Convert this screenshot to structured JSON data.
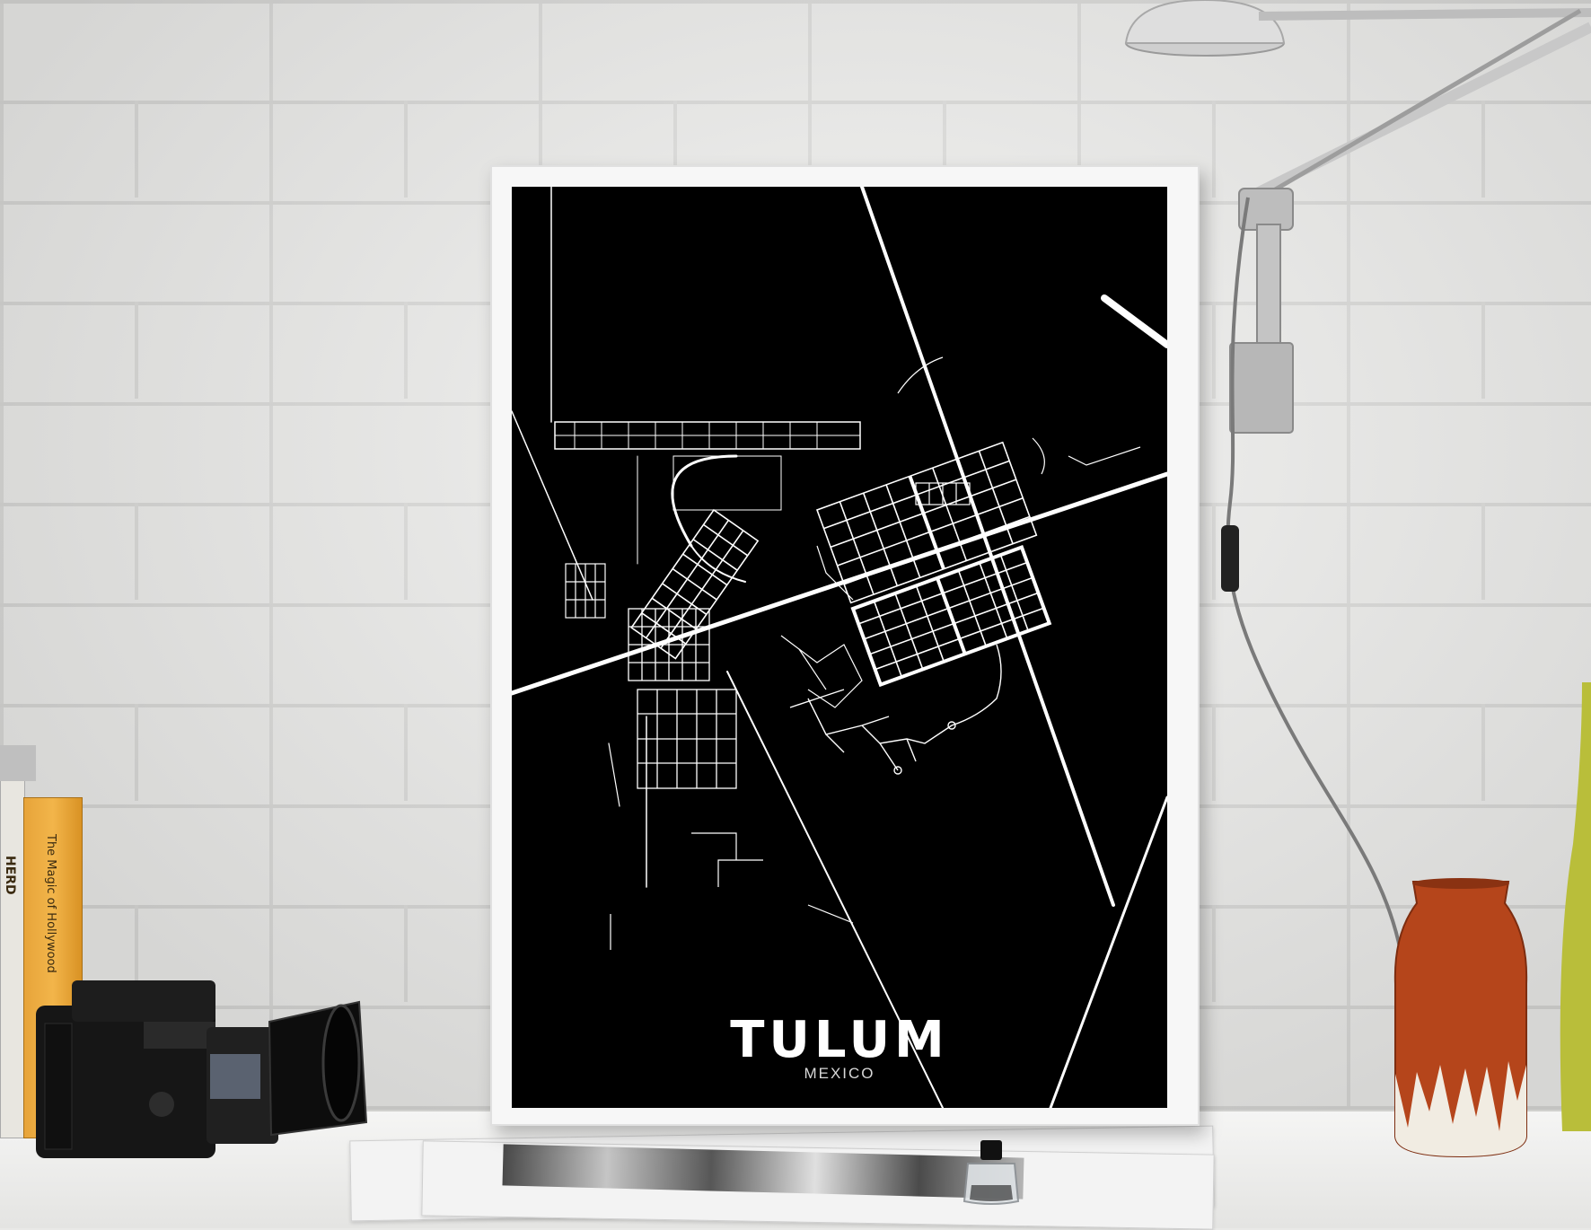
{
  "poster": {
    "city": "TULUM",
    "country": "MEXICO"
  },
  "colors": {
    "map_background": "#000000",
    "roads": "#ffffff",
    "frame": "#f7f7f7",
    "wall": "#eeeeec",
    "vase": "#b5451b"
  },
  "books": [
    {
      "spine": "HERD"
    },
    {
      "spine": "The Magic of Hollywood"
    }
  ],
  "icons": [
    "camera",
    "desk-lamp",
    "vase",
    "ink-bottle",
    "books"
  ]
}
